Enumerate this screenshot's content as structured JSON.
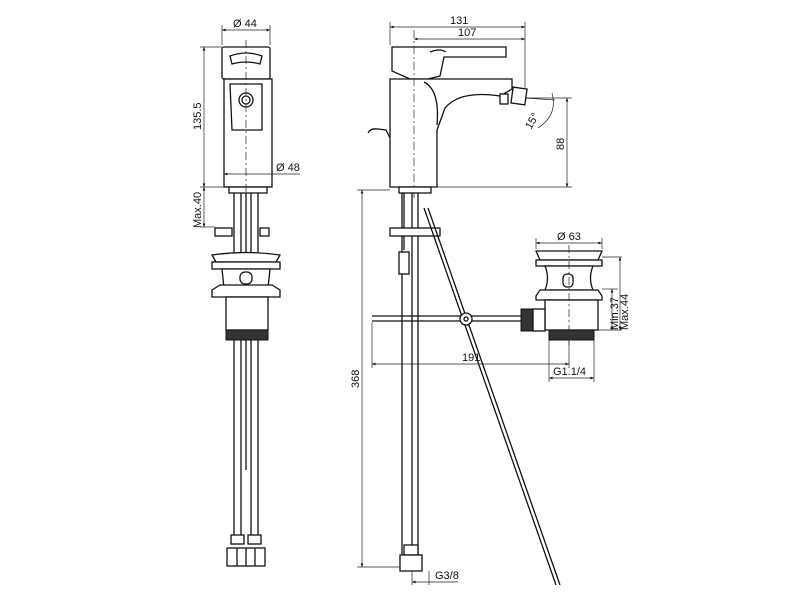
{
  "drawing": {
    "dimensions": {
      "head_diameter": "Ø 44",
      "body_height": "135.5",
      "base_diameter": "Ø 48",
      "max_deck": "Max.40",
      "overall_reach": "131",
      "spout_reach": "107",
      "spout_angle": "15°",
      "spout_height": "88",
      "total_height": "368",
      "waste_diameter": "Ø 63",
      "waste_min": "Min.37",
      "waste_max": "Max.44",
      "rod_length": "191",
      "waste_thread": "G1.1/4",
      "hose_thread": "G3/8"
    }
  }
}
